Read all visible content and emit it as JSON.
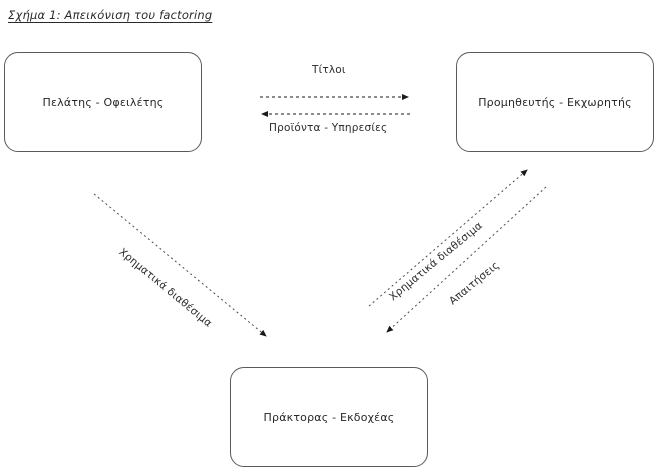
{
  "figure": {
    "title": "Σχήμα 1: Απεικόνιση του factoring",
    "background_color": "#ffffff",
    "line_color": "#5a5a5a",
    "text_color": "#262626"
  },
  "nodes": [
    {
      "id": "customer",
      "label": "Πελάτης - Οφειλέτης",
      "position": "top-left"
    },
    {
      "id": "supplier",
      "label": "Προμηθευτής - Εκχωρητής",
      "position": "top-right"
    },
    {
      "id": "factor",
      "label": "Πράκτορας - Εκδοχέας",
      "position": "bottom-center"
    }
  ],
  "edges": [
    {
      "id": "titles",
      "label": "Τίτλοι",
      "from": "customer",
      "to": "supplier",
      "style": "dashed",
      "direction": "right"
    },
    {
      "id": "products-services",
      "label": "Προϊόντα - Υπηρεσίες",
      "from": "supplier",
      "to": "customer",
      "style": "dashed",
      "direction": "left"
    },
    {
      "id": "funds-customer-to-factor",
      "label": "Χρηματικά διαθέσιμα",
      "from": "customer",
      "to": "factor",
      "style": "dashed",
      "direction": "down-right"
    },
    {
      "id": "funds-factor-to-supplier",
      "label": "Χρηματικά διαθέσιμα",
      "from": "factor",
      "to": "supplier",
      "style": "dashed",
      "direction": "up-right"
    },
    {
      "id": "receivables-supplier-to-factor",
      "label": "Απαιτήσεις",
      "from": "supplier",
      "to": "factor",
      "style": "dashed",
      "direction": "down-left"
    }
  ]
}
